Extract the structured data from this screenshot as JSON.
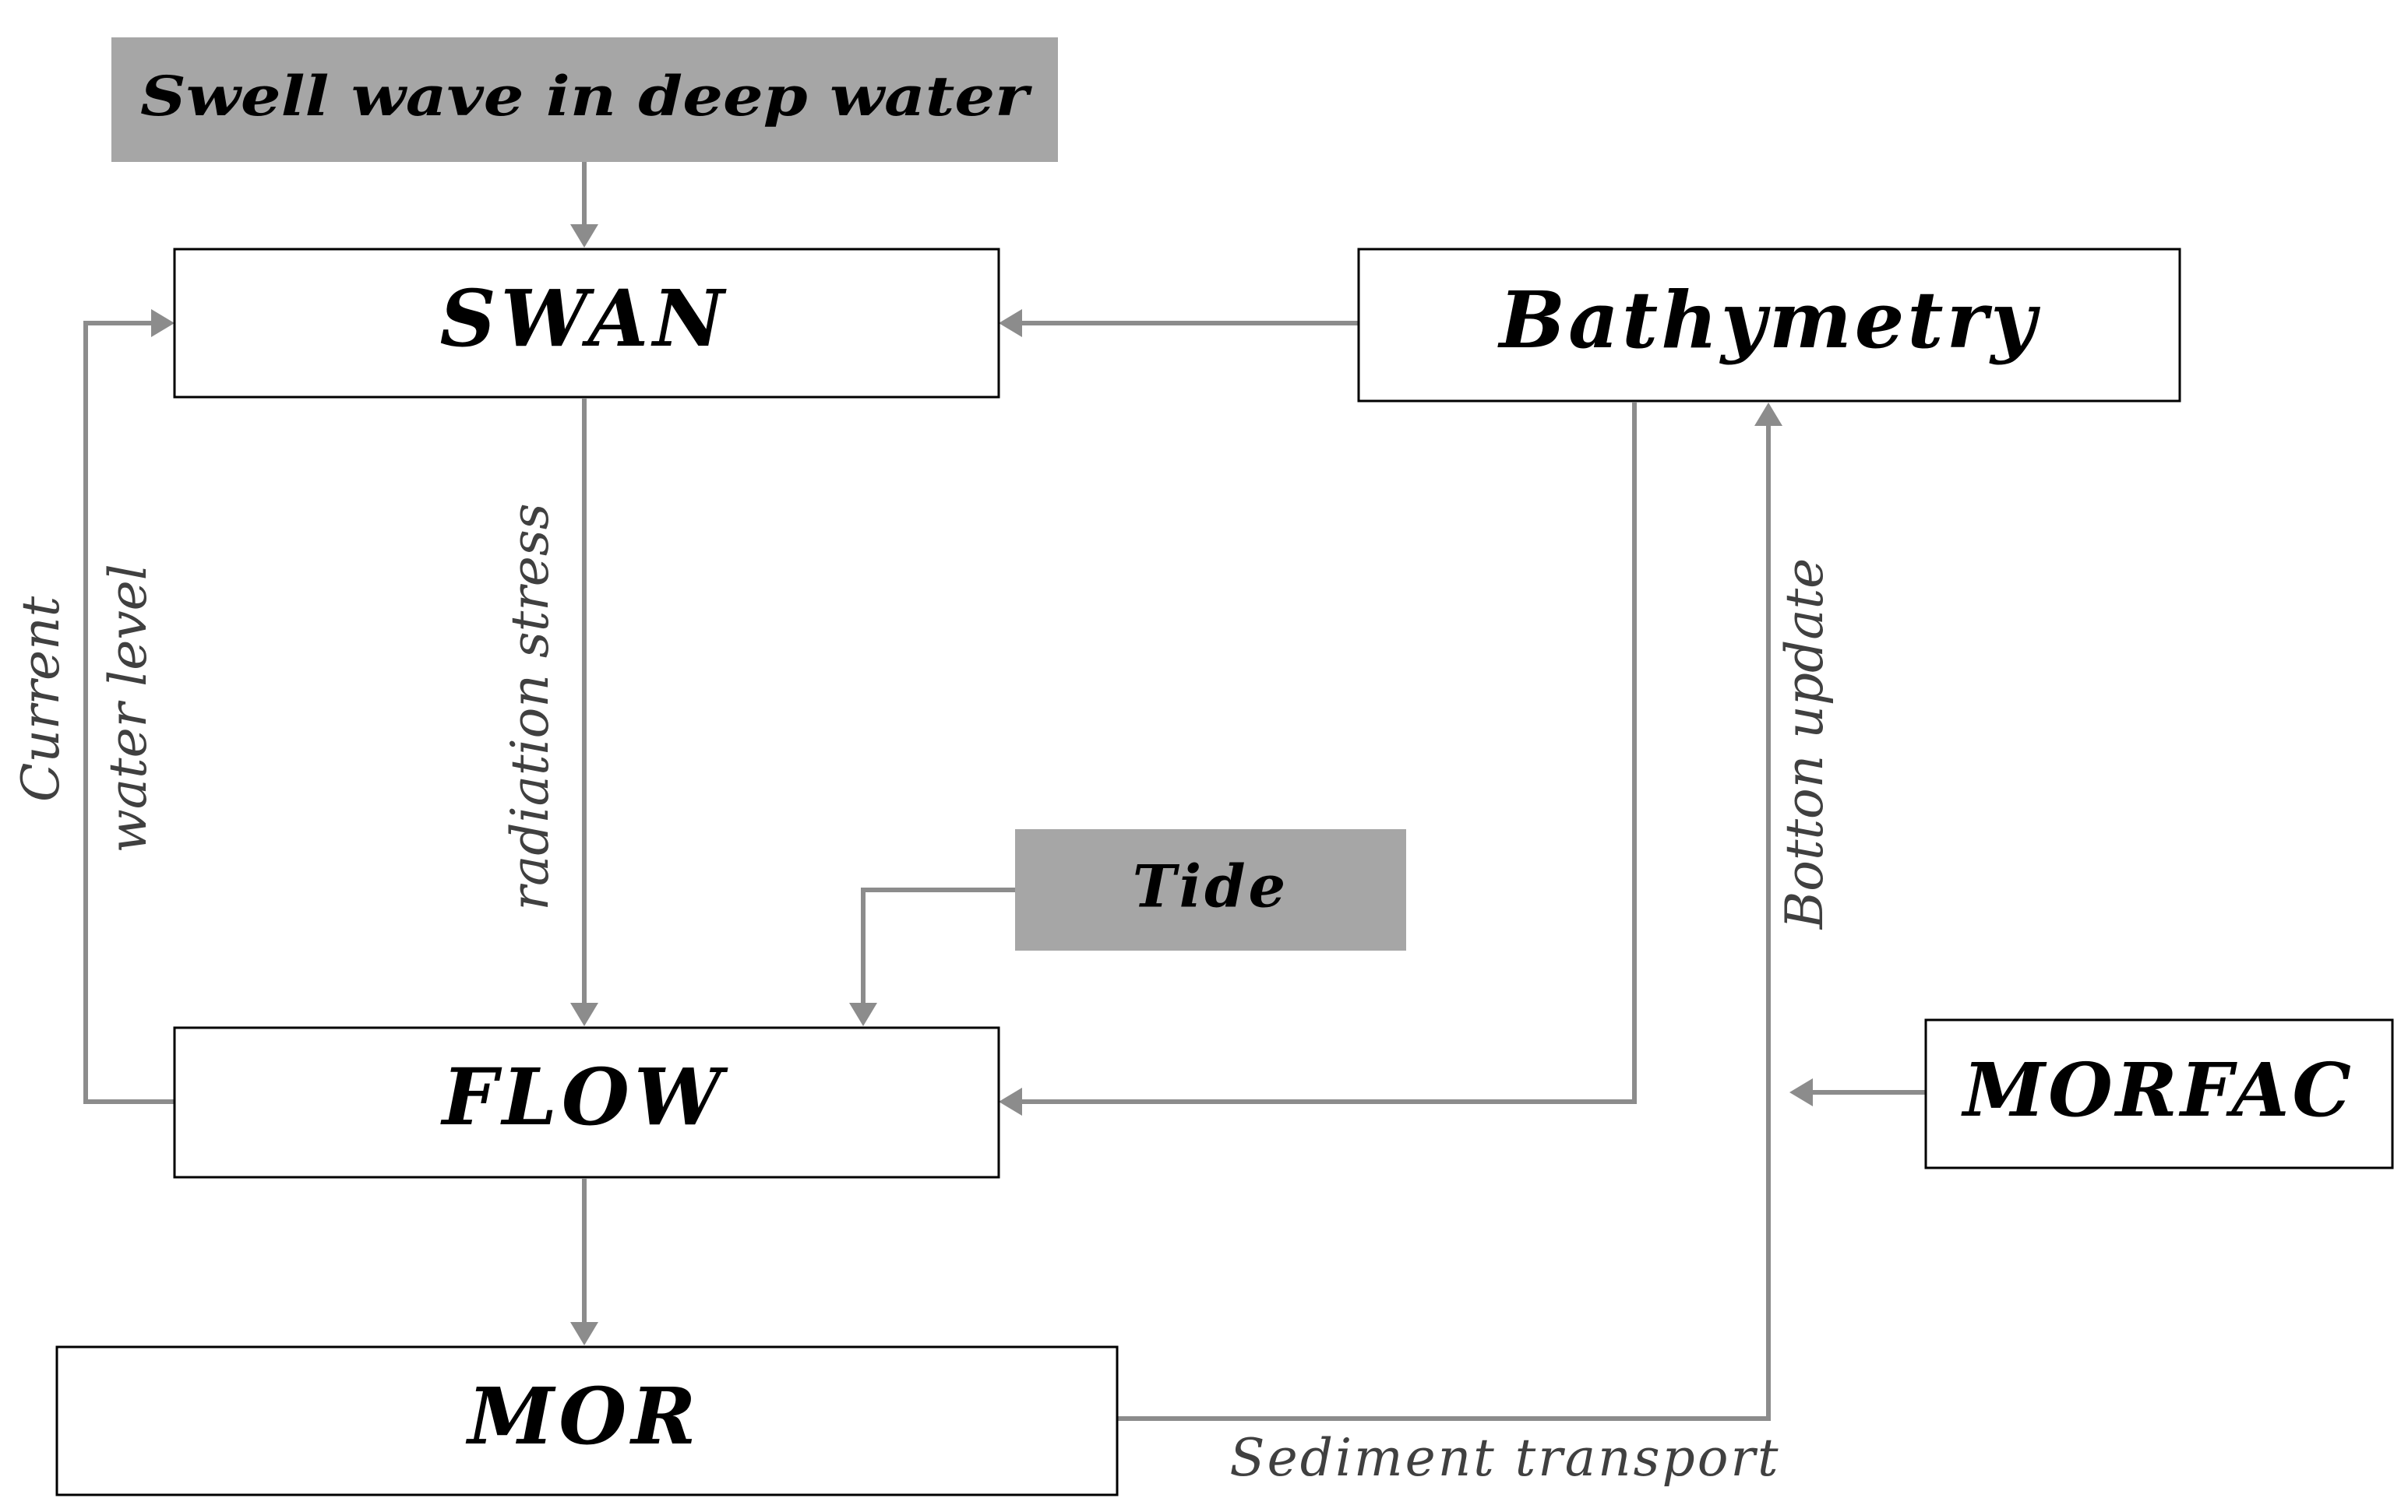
{
  "colors": {
    "gray_box_fill": "#a6a6a6",
    "white_box_fill": "#ffffff",
    "box_border": "#000000",
    "connector": "#8c8c8c",
    "box_text": "#000000",
    "edge_label_text": "#404040"
  },
  "nodes": {
    "swell": "Swell wave in deep water",
    "swan": "SWAN",
    "bathymetry": "Bathymetry",
    "tide": "Tide",
    "flow": "FLOW",
    "morfac": "MORFAC",
    "mor": "MOR"
  },
  "edges": {
    "radiation_stress": "radiation stress",
    "current": "Current",
    "water_level": "water level",
    "botton_update": "Botton update",
    "sediment_transport": "Sediment transport"
  }
}
